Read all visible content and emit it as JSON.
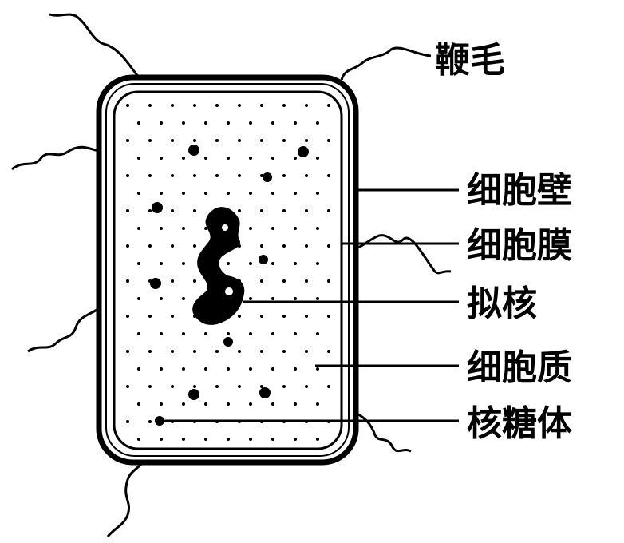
{
  "title": "Bacterial cell structure",
  "labels": {
    "flagellum": "鞭毛",
    "cell_wall": "细胞壁",
    "cell_membrane": "细胞膜",
    "nucleoid": "拟核",
    "cytoplasm": "细胞质",
    "ribosome": "核糖体"
  },
  "colors": {
    "ink": "#000000",
    "background": "#ffffff"
  }
}
